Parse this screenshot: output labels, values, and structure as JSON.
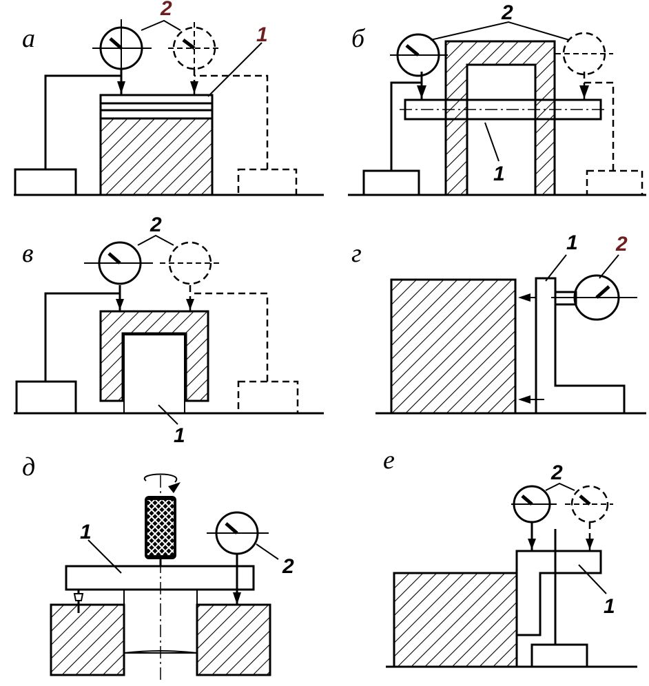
{
  "panels": [
    {
      "id": "a",
      "letter": "а",
      "callouts": [
        "1",
        "2"
      ]
    },
    {
      "id": "b",
      "letter": "б",
      "callouts": [
        "1",
        "2"
      ]
    },
    {
      "id": "v",
      "letter": "в",
      "callouts": [
        "1",
        "2"
      ]
    },
    {
      "id": "g",
      "letter": "г",
      "callouts": [
        "1",
        "2"
      ]
    },
    {
      "id": "d",
      "letter": "д",
      "callouts": [
        "1",
        "2"
      ]
    },
    {
      "id": "e",
      "letter": "е",
      "callouts": [
        "1",
        "2"
      ]
    }
  ],
  "colors": {
    "ink": "#000000",
    "callout_red": "#6b1f1f",
    "paper": "#ffffff"
  },
  "icons": {
    "indicator": "dial-indicator-icon",
    "rotation": "rotation-arrow-icon"
  }
}
